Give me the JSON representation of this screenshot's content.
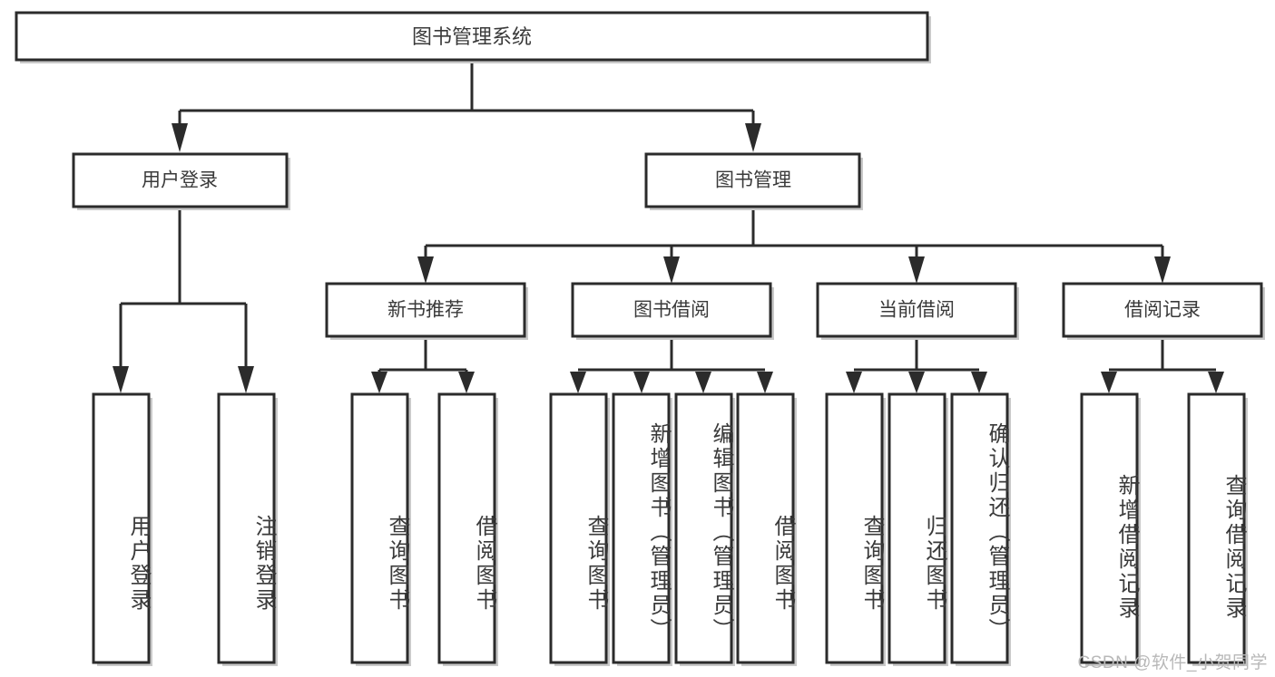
{
  "diagram": {
    "type": "tree-hierarchy-chart",
    "title": "图书管理系统",
    "watermark": "CSDN @软件_小贺同学",
    "colors": {
      "stroke": "#2b2b2b",
      "fill": "#ffffff",
      "text": "#3a3a3a",
      "watermark": "#b8b8b8",
      "background": "#ffffff"
    },
    "root": {
      "label": "图书管理系统",
      "name": "node-root-system"
    },
    "level2": [
      {
        "label": "用户登录",
        "name": "node-user-login"
      },
      {
        "label": "图书管理",
        "name": "node-book-management"
      }
    ],
    "level3": [
      {
        "label": "新书推荐",
        "name": "node-new-book-recommend"
      },
      {
        "label": "图书借阅",
        "name": "node-book-borrow"
      },
      {
        "label": "当前借阅",
        "name": "node-current-borrow"
      },
      {
        "label": "借阅记录",
        "name": "node-borrow-record"
      }
    ],
    "leaves": {
      "user_login": [
        {
          "label": "用户登录",
          "name": "leaf-user-login"
        },
        {
          "label": "注销登录",
          "name": "leaf-logout"
        }
      ],
      "new_book_recommend": [
        {
          "label": "查询图书",
          "name": "leaf-query-book-recommend"
        },
        {
          "label": "借阅图书",
          "name": "leaf-borrow-book-recommend"
        }
      ],
      "book_borrow": [
        {
          "label": "查询图书",
          "name": "leaf-query-book-borrow"
        },
        {
          "label": "新增图书（管理员）",
          "name": "leaf-add-book-admin"
        },
        {
          "label": "编辑图书（管理员）",
          "name": "leaf-edit-book-admin"
        },
        {
          "label": "借阅图书",
          "name": "leaf-borrow-book"
        }
      ],
      "current_borrow": [
        {
          "label": "查询图书",
          "name": "leaf-query-book-current"
        },
        {
          "label": "归还图书",
          "name": "leaf-return-book"
        },
        {
          "label": "确认归还（管理员）",
          "name": "leaf-confirm-return-admin"
        }
      ],
      "borrow_record": [
        {
          "label": "新增借阅记录",
          "name": "leaf-add-borrow-record"
        },
        {
          "label": "查询借阅记录",
          "name": "leaf-query-borrow-record"
        }
      ]
    }
  }
}
